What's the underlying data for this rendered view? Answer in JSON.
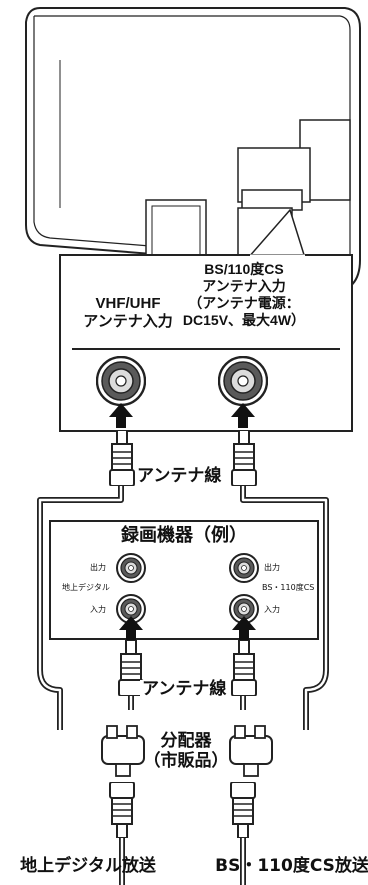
{
  "tv_panel": {
    "vhf_title": "VHF/UHF",
    "vhf_sub": "アンテナ入力",
    "bs_line1": "BS/110度CS",
    "bs_line2": "アンテナ入力",
    "bs_line3": "（アンテナ電源：",
    "bs_line4": "DC15V、最大4W）"
  },
  "cable_label_top": "アンテナ線",
  "recorder": {
    "title": "録画機器（例）",
    "left_out": "出力",
    "left_group": "地上デジタル",
    "left_in": "入力",
    "right_out": "出力",
    "right_group": "BS・110度CS",
    "right_in": "入力"
  },
  "cable_label_bottom": "アンテナ線",
  "splitter": {
    "line1": "分配器",
    "line2": "（市販品）"
  },
  "sources": {
    "left": "地上デジタル放送",
    "right": "BS・110度CS放送"
  }
}
